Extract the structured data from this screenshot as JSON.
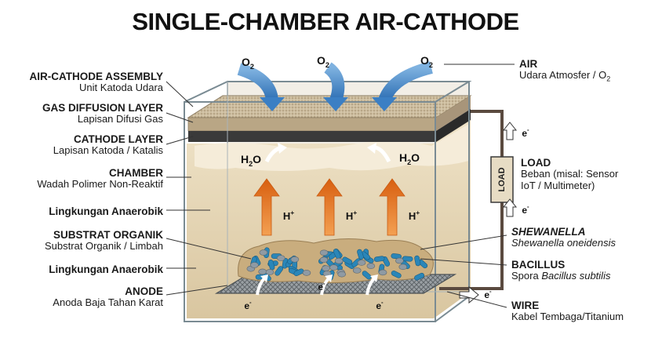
{
  "title": "SINGLE-CHAMBER AIR-CATHODE",
  "left_labels": {
    "air_cathode_assembly": {
      "title": "AIR-CATHODE ASSEMBLY",
      "subtitle": "Unit Katoda Udara"
    },
    "gas_diffusion_layer": {
      "title": "GAS DIFFUSION LAYER",
      "subtitle": "Lapisan Difusi Gas"
    },
    "cathode_layer": {
      "title": "CATHODE LAYER",
      "subtitle": "Lapisan Katoda / Katalis"
    },
    "chamber": {
      "title": "CHAMBER",
      "subtitle": "Wadah Polimer Non-Reaktif"
    },
    "anaerobic_1": {
      "title": "Lingkungan Anaerobik"
    },
    "substrate": {
      "title": "SUBSTRAT ORGANIK",
      "subtitle": "Substrat Organik / Limbah"
    },
    "anaerobic_2": {
      "title": "Lingkungan Anaerobik"
    },
    "anode": {
      "title": "ANODE",
      "subtitle": "Anoda Baja Tahan Karat"
    }
  },
  "right_labels": {
    "air": {
      "title": "AIR",
      "subtitle": "Udara Atmosfer / O",
      "subtitle_sub": "2"
    },
    "load": {
      "title": "LOAD",
      "subtitle_line1": "Beban (misal: Sensor",
      "subtitle_line2": "IoT / Multimeter)"
    },
    "shewanella": {
      "title": "SHEWANELLA",
      "subtitle": "Shewanella oneidensis"
    },
    "bacillus": {
      "title": "BACILLUS",
      "subtitle_prefix": "Spora ",
      "subtitle_italic": "Bacillus subtilis"
    },
    "wire": {
      "title": "WIRE",
      "subtitle": "Kabel Tembaga/Titanium"
    }
  },
  "diagram_text": {
    "o2": "O",
    "o2_sub": "2",
    "h2o_left": "H",
    "h2o_left_sub": "2",
    "h2o_left_tail": "O",
    "h2o_right": "H",
    "h2o_right_sub": "2",
    "h2o_right_tail": "O",
    "proton": "H",
    "proton_sup": "+",
    "electron": "e",
    "electron_sup": "-",
    "load_box": "LOAD"
  },
  "colors": {
    "o2_arrow": "#3b7fc4",
    "proton_arrow": "#e8761e",
    "bacteria_blue": "#2a86b8",
    "spore_gray": "#8f9aa3",
    "liquid": "#e8d9bd",
    "gdl": "#c8b79a",
    "cathode_layer": "#3a3a3a",
    "wire": "#5a4a3f"
  }
}
